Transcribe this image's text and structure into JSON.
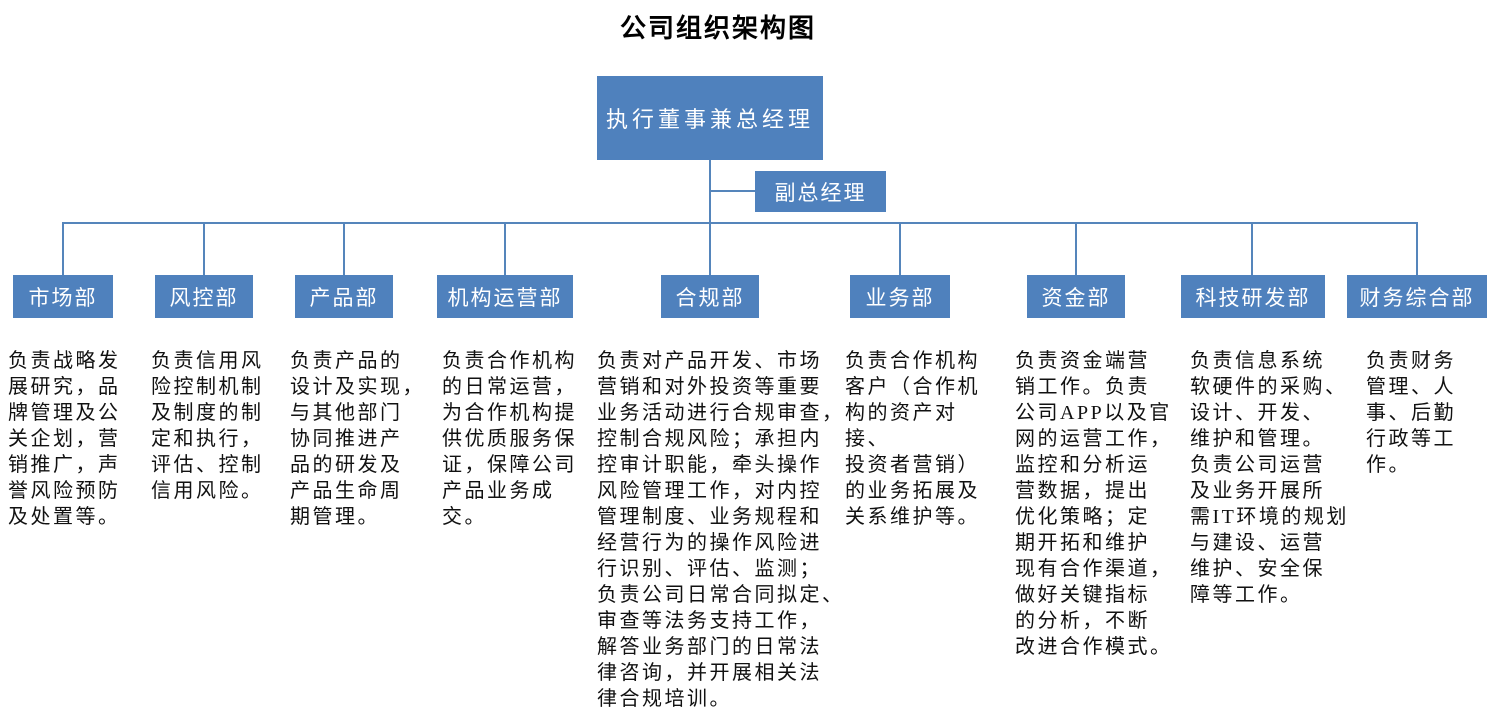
{
  "title": "公司组织架构图",
  "colors": {
    "node_fill": "#4f81bd",
    "node_text": "#ffffff",
    "connector": "#5585bb",
    "body_text": "#111111"
  },
  "root": {
    "label": "执行董事兼总经理"
  },
  "deputy": {
    "label": "副总经理"
  },
  "departments": [
    {
      "label": "市场部",
      "description": "负责战略发\n展研究，品\n牌管理及公\n关企划，营\n销推广，声\n誉风险预防\n及处置等。"
    },
    {
      "label": "风控部",
      "description": "负责信用风\n险控制机制\n及制度的制\n定和执行，\n评估、控制\n信用风险。"
    },
    {
      "label": "产品部",
      "description": "负责产品的\n设计及实现，\n与其他部门\n协同推进产\n品的研发及\n产品生命周\n期管理。"
    },
    {
      "label": "机构运营部",
      "description": "负责合作机构\n的日常运营，\n为合作机构提\n供优质服务保\n证，保障公司\n产品业务成交。"
    },
    {
      "label": "合规部",
      "description": "负责对产品开发、市场\n营销和对外投资等重要\n业务活动进行合规审查，\n控制合规风险；承担内\n控审计职能，牵头操作\n风险管理工作，对内控\n管理制度、业务规程和\n经营行为的操作风险进\n行识别、评估、监测；\n负责公司日常合同拟定、\n审查等法务支持工作，\n解答业务部门的日常法\n律咨询，并开展相关法\n律合规培训。"
    },
    {
      "label": "业务部",
      "description": "负责合作机构\n客户（合作机\n构的资产对接、\n投资者营销）\n的业务拓展及\n关系维护等。"
    },
    {
      "label": "资金部",
      "description": "负责资金端营\n销工作。负责\n公司APP以及官\n网的运营工作，\n监控和分析运\n营数据，提出\n优化策略；定\n期开拓和维护\n现有合作渠道，\n做好关键指标\n的分析，不断\n改进合作模式。"
    },
    {
      "label": "科技研发部",
      "description": "负责信息系统\n软硬件的采购、\n设计、开发、\n维护和管理。\n负责公司运营\n及业务开展所\n需IT环境的规划\n与建设、运营\n维护、安全保\n障等工作。"
    },
    {
      "label": "财务综合部",
      "description": "负责财务\n管理、人\n事、后勤\n行政等工\n作。"
    }
  ]
}
